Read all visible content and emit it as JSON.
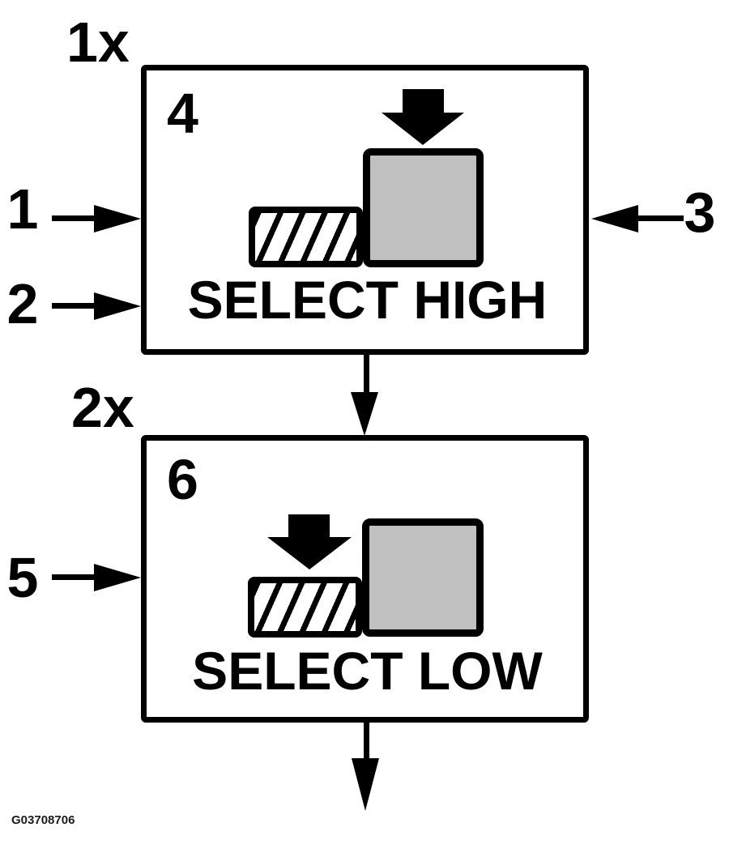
{
  "figure_id": "G03708706",
  "colors": {
    "line": "#000000",
    "background": "#ffffff",
    "block_fill": "#c0c0c0"
  },
  "panels": [
    {
      "multiplier_label": "1x",
      "item_number": "4",
      "caption": "SELECT HIGH",
      "press_arrow_over": "high-block",
      "callouts": [
        {
          "number": "1",
          "side": "left"
        },
        {
          "number": "2",
          "side": "left"
        },
        {
          "number": "3",
          "side": "right"
        }
      ]
    },
    {
      "multiplier_label": "2x",
      "item_number": "6",
      "caption": "SELECT LOW",
      "press_arrow_over": "low-hatched-block",
      "callouts": [
        {
          "number": "5",
          "side": "left"
        }
      ]
    }
  ]
}
